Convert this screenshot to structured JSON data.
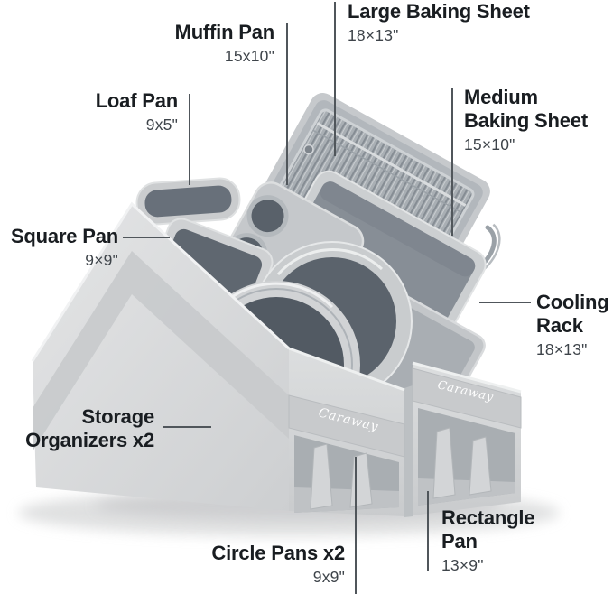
{
  "background": "#ffffff",
  "brand": {
    "strap_label_left": "Caraway",
    "strap_label_right": "Caraway"
  },
  "callouts": [
    {
      "id": "large-baking-sheet",
      "title": "Large Baking Sheet",
      "dims": "18×13\""
    },
    {
      "id": "muffin-pan",
      "title": "Muffin Pan",
      "dims": "15x10\""
    },
    {
      "id": "loaf-pan",
      "title": "Loaf Pan",
      "dims": "9x5\""
    },
    {
      "id": "medium-baking-sheet",
      "title": "Medium Baking Sheet",
      "dims": "15×10\""
    },
    {
      "id": "square-pan",
      "title": "Square Pan",
      "dims": "9×9\""
    },
    {
      "id": "cooling-rack",
      "title": "Cooling Rack",
      "dims": "18×13\""
    },
    {
      "id": "storage-organizers",
      "title": "Storage Organizers x2",
      "dims": ""
    },
    {
      "id": "circle-pans",
      "title": "Circle Pans x2",
      "dims": "9x9\""
    },
    {
      "id": "rectangle-pan",
      "title": "Rectangle Pan",
      "dims": "13×9\""
    }
  ],
  "colors": {
    "label_text": "#191d21",
    "dims_text": "#3e444a",
    "leader_line": "#50565b",
    "pan_light_gray": "#cdd0d2",
    "pan_interior_slate": "#59616a",
    "organizer_fabric": "#d7d9da",
    "strap_gray": "#c8cacc",
    "brand_text": "#ffffff"
  }
}
